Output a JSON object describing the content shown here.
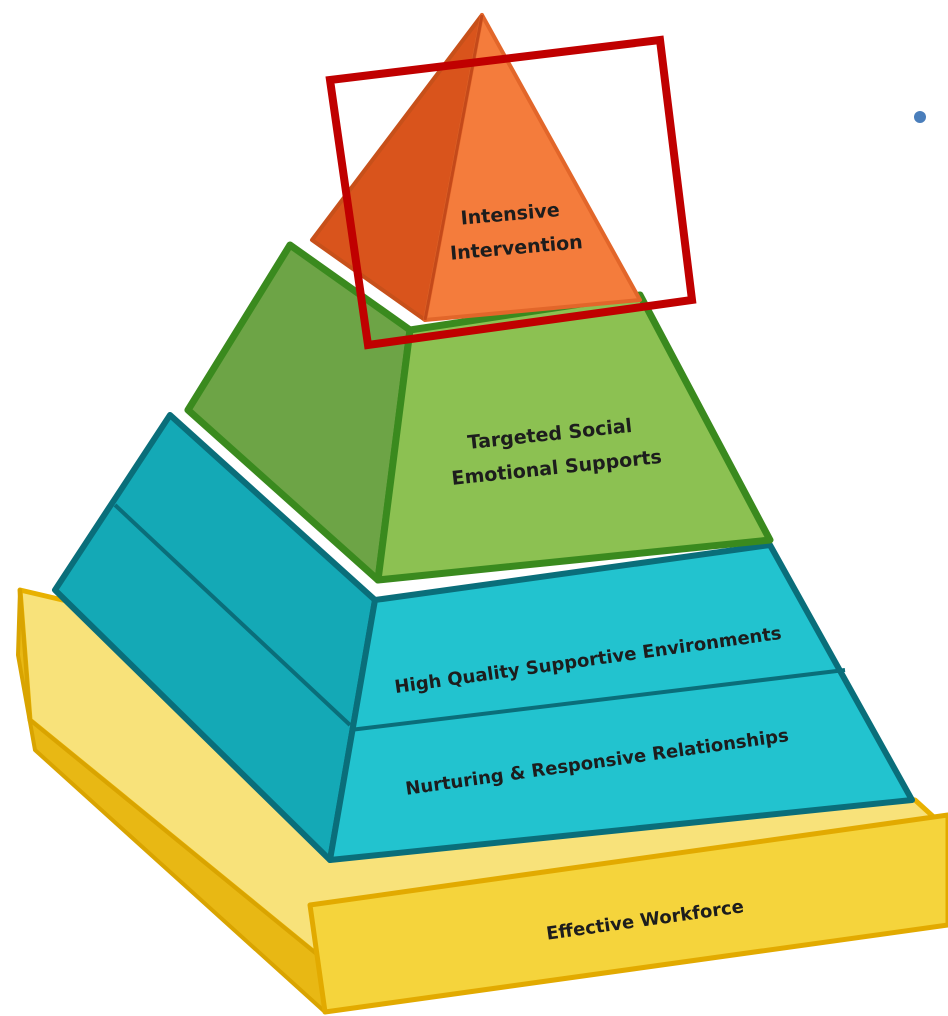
{
  "diagram": {
    "type": "pyramid",
    "levels": [
      {
        "id": "intensive",
        "label_lines": [
          "Intensive",
          "Intervention"
        ],
        "color": "#F0773A"
      },
      {
        "id": "targeted",
        "label_lines": [
          "Targeted Social",
          "Emotional Supports"
        ],
        "color": "#8CC152"
      },
      {
        "id": "environments",
        "label_lines": [
          "High Quality Supportive Environments"
        ],
        "color": "#22C3CF"
      },
      {
        "id": "relationships",
        "label_lines": [
          "Nurturing & Responsive Relationships"
        ],
        "color": "#22C3CF"
      },
      {
        "id": "workforce",
        "label_lines": [
          "Effective Workforce"
        ],
        "color": "#F5D43C"
      }
    ],
    "highlight": {
      "target": "intensive",
      "color": "#C00000"
    },
    "bullet_color": "#4A7EBB"
  }
}
